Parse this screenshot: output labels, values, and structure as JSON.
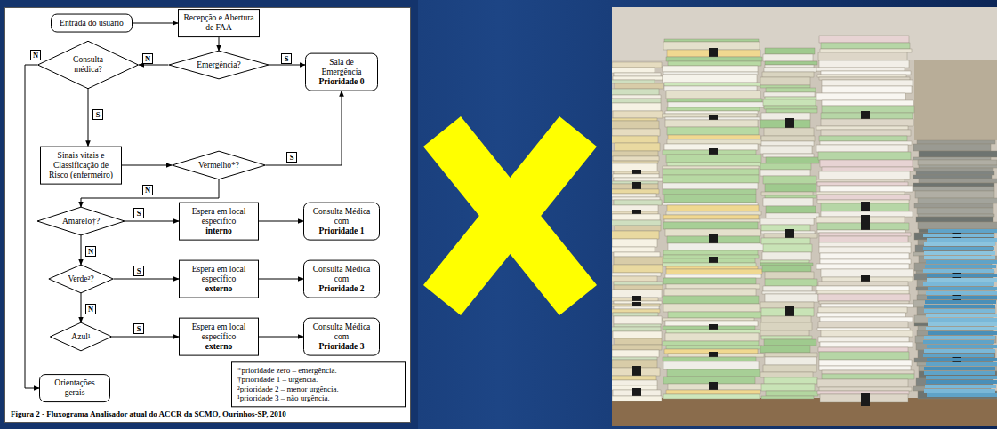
{
  "diagram": {
    "caption": "Figura 2 - Fluxograma Analisador atual do ACCR da SCMO, Ourinhos-SP, 2010",
    "nodes": [
      {
        "text": [
          "Entrada do usuário"
        ]
      },
      {
        "text": [
          "Recepção e Abertura de FAA"
        ]
      },
      {
        "text": [
          "Emergência?"
        ]
      },
      {
        "text": [
          "Consulta médica?"
        ]
      },
      {
        "text": [
          "Sala de Emergência",
          "Prioridade 0"
        ]
      },
      {
        "text": [
          "Sinais vitais e Classificação de Risco (enfermeiro)"
        ]
      },
      {
        "text": [
          "Vermelho*?"
        ]
      },
      {
        "text": [
          "Amarelo†?"
        ]
      },
      {
        "text": [
          "Espera em local específico",
          "interno"
        ]
      },
      {
        "text": [
          "Consulta Médica com",
          "Prioridade 1"
        ]
      },
      {
        "text": [
          "Verde²?"
        ]
      },
      {
        "text": [
          "Espera em local específico",
          "externo"
        ]
      },
      {
        "text": [
          "Consulta Médica com",
          "Prioridade 2"
        ]
      },
      {
        "text": [
          "Azul¹"
        ]
      },
      {
        "text": [
          "Espera em local específico",
          "externo"
        ]
      },
      {
        "text": [
          "Consulta Médica com",
          "Prioridade 3"
        ]
      },
      {
        "text": [
          "Orientações gerais"
        ]
      },
      {
        "text": [
          "*prioridade zero – emergência.",
          "†prioridade 1 – urgência.",
          "²prioridade 2 – menor urgência.",
          "¹prioridade 3 – não urgência."
        ]
      }
    ],
    "edges": [
      {
        "from": 0,
        "to": 1,
        "arrow": "to"
      },
      {
        "from": 1,
        "to": 2,
        "arrow": "to"
      },
      {
        "from": 2,
        "to": 3,
        "label": "N",
        "arrow": "to"
      },
      {
        "from": 2,
        "to": 4,
        "label": "S",
        "arrow": "to"
      },
      {
        "from": 3,
        "to": 5,
        "label": "S",
        "arrow": "to"
      },
      {
        "from": 3,
        "to": 16,
        "label": "N",
        "arrow": "to"
      },
      {
        "from": 5,
        "to": 6,
        "arrow": "to"
      },
      {
        "from": 6,
        "to": 4,
        "label": "S",
        "arrow": "to"
      },
      {
        "from": 6,
        "to": 7,
        "label": "N",
        "arrow": "to"
      },
      {
        "from": 7,
        "to": 8,
        "label": "S",
        "arrow": "to"
      },
      {
        "from": 8,
        "to": 9,
        "arrow": "to"
      },
      {
        "from": 7,
        "to": 10,
        "label": "N",
        "arrow": "to"
      },
      {
        "from": 10,
        "to": 11,
        "label": "S",
        "arrow": "to"
      },
      {
        "from": 11,
        "to": 12,
        "arrow": "to"
      },
      {
        "from": 10,
        "to": 13,
        "label": "N",
        "arrow": "to"
      },
      {
        "from": 13,
        "to": 14,
        "label": "S",
        "arrow": "to"
      },
      {
        "from": 14,
        "to": 15,
        "arrow": "to"
      }
    ]
  }
}
